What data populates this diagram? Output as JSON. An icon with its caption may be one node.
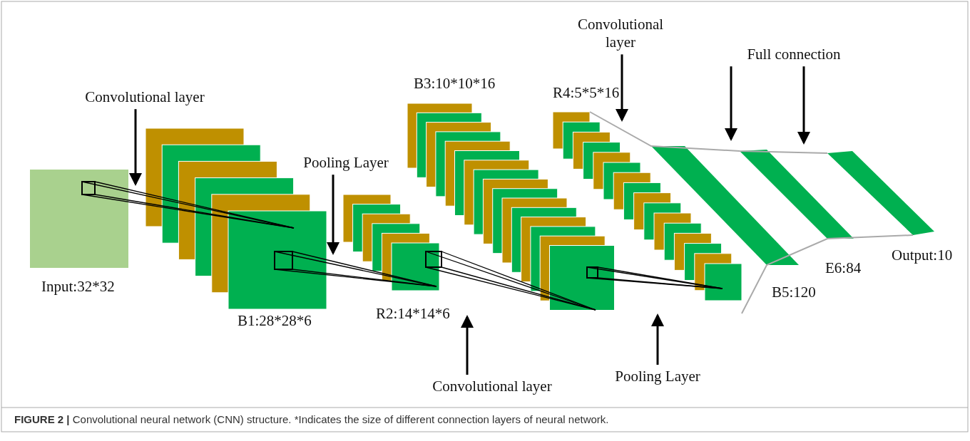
{
  "diagram": {
    "caption": "**FIGURE 2 |** Convolutional neural network (CNN) structure. *Indicates the size of different connection layers of neural network.",
    "nodes": [
      {
        "text": [
          "Convolutional layer"
        ]
      },
      {
        "text": [
          "Pooling Layer"
        ]
      },
      {
        "text": [
          "Convolutional layer"
        ]
      },
      {
        "text": [
          "Convolutional layer"
        ]
      },
      {
        "text": [
          "Pooling Layer"
        ]
      },
      {
        "text": [
          "Full connection"
        ]
      }
    ],
    "edges": [
      {
        "from": 0,
        "to": null,
        "arrow": "to"
      },
      {
        "from": 1,
        "to": null,
        "arrow": "to"
      },
      {
        "from": 3,
        "to": null,
        "arrow": "to"
      },
      {
        "from": 2,
        "to": null,
        "arrow": "to"
      },
      {
        "from": 4,
        "to": null,
        "arrow": "to"
      },
      {
        "from": 5,
        "to": null,
        "arrow": "to"
      },
      {
        "from": 5,
        "to": null,
        "arrow": "to"
      }
    ],
    "labels": [
      "B3:10*10*16",
      "R4:5*5*16",
      "Input:32*32",
      "B5:120",
      "E6:84",
      "Output:10",
      "B1:28*28*6",
      "R2:14*14*6"
    ]
  }
}
